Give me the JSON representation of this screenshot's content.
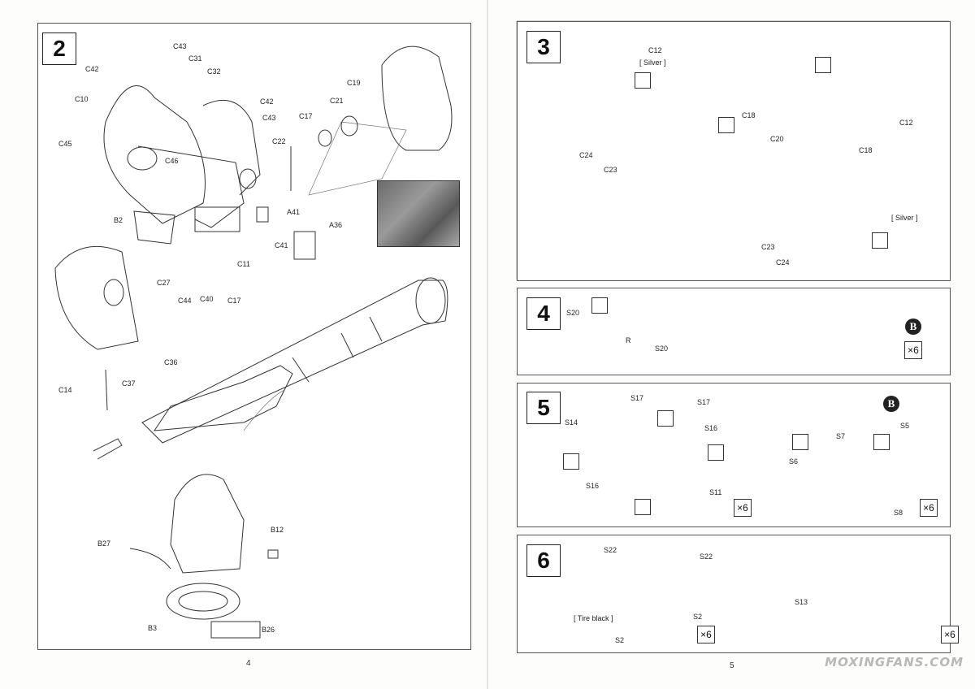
{
  "pages": [
    {
      "number": "4",
      "steps": [
        "2"
      ]
    },
    {
      "number": "5",
      "steps": [
        "3",
        "4",
        "5",
        "6"
      ]
    }
  ],
  "step2": {
    "number": "2",
    "labels": [
      "C42",
      "C43",
      "C31",
      "C10",
      "C32",
      "C42",
      "C43",
      "C45",
      "C46",
      "C19",
      "C21",
      "C17",
      "C22",
      "B2",
      "A41",
      "A36",
      "C41",
      "C11",
      "C27",
      "C44",
      "C40",
      "C17",
      "C36",
      "C37",
      "C14",
      "B12",
      "B27",
      "B3",
      "B26"
    ]
  },
  "step3": {
    "number": "3",
    "labels": [
      "C12",
      "C18",
      "C24",
      "C23",
      "C20",
      "C12",
      "C18",
      "C23",
      "C24"
    ],
    "silver_1": "[ Silver ]",
    "silver_2": "[ Silver ]"
  },
  "step4": {
    "number": "4",
    "labels": [
      "S20",
      "R",
      "S20"
    ],
    "badge": "B",
    "qty": "×6"
  },
  "step5": {
    "number": "5",
    "labels": [
      "S17",
      "S17",
      "S14",
      "S16",
      "S16",
      "S11",
      "S7",
      "S5",
      "S6",
      "S8"
    ],
    "badge": "B",
    "qty_1": "×6",
    "qty_2": "×6"
  },
  "step6": {
    "number": "6",
    "labels": [
      "S22",
      "S22",
      "S2",
      "S2",
      "S13"
    ],
    "tire_note": "[ Tire black ]",
    "qty_1": "×6",
    "qty_2": "×6"
  },
  "watermark": "MOXINGFANS.COM",
  "icons": [
    "no-glue-icon",
    "paint-drop-icon",
    "direction-arrow-icon"
  ]
}
